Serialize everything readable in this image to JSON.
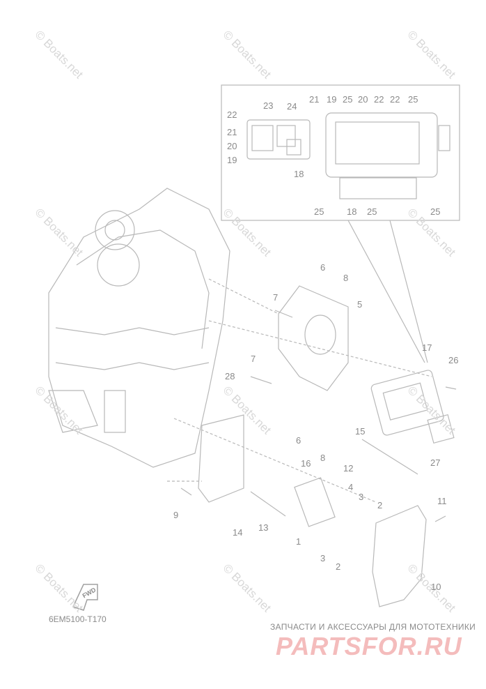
{
  "diagram_code": "6EM5100-T170",
  "watermark_text": "© Boats.net",
  "brand": {
    "subtitle": "ЗАПЧАСТИ И АКСЕССУАРЫ ДЛЯ МОТОТЕХНИКИ",
    "logo_text": "PARTSFOR.RU",
    "logo_color": "#f4bcbc"
  },
  "fwd_label": "FWD",
  "line_color": "#b8b8b8",
  "callouts": {
    "inset_left": [
      "22",
      "21",
      "20",
      "19",
      "23",
      "24",
      "18"
    ],
    "inset_right": [
      "21",
      "19",
      "25",
      "20",
      "22",
      "22",
      "25",
      "25",
      "18",
      "25",
      "25"
    ],
    "main": [
      "6",
      "8",
      "7",
      "5",
      "7",
      "28",
      "17",
      "26",
      "6",
      "8",
      "15",
      "12",
      "16",
      "27",
      "9",
      "4",
      "3",
      "2",
      "11",
      "14",
      "13",
      "1",
      "3",
      "2",
      "10"
    ]
  }
}
